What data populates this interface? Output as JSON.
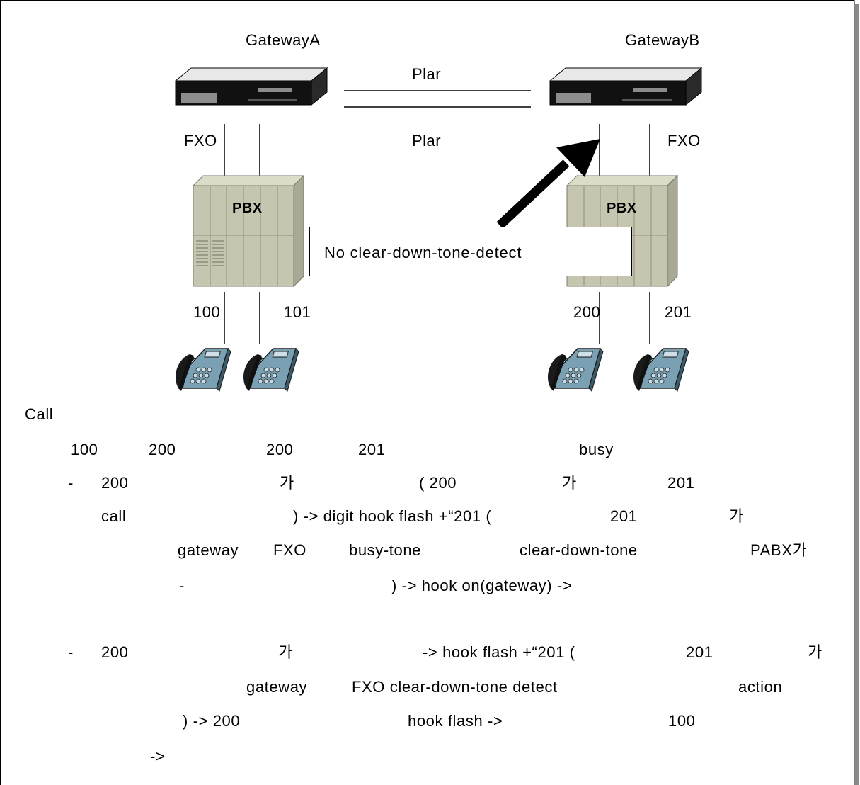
{
  "diagram": {
    "gateway_a": "GatewayA",
    "gateway_b": "GatewayB",
    "link_top": "Plar",
    "link_bottom": "Plar",
    "port_a": "FXO",
    "port_b": "FXO",
    "pbx_a": "PBX",
    "pbx_b": "PBX",
    "callout": "No clear-down-tone-detect",
    "ext_100": "100",
    "ext_101": "101",
    "ext_200": "200",
    "ext_201": "201"
  },
  "text": {
    "heading": "Call",
    "l1": [
      "100",
      "200",
      "200",
      "201",
      "busy"
    ],
    "l2": [
      "-",
      "200",
      "가",
      "( 200",
      "가",
      "201"
    ],
    "l3": [
      "call",
      ") -> digit hook flash +“201 (",
      "201",
      "가"
    ],
    "l4": [
      "gateway",
      "FXO",
      "busy-tone",
      "clear-down-tone",
      "PABX가"
    ],
    "l5": [
      "-",
      ") -> hook on(gateway) ->"
    ],
    "l6": [
      "-",
      "200",
      "가",
      "-> hook flash +“201 (",
      "201",
      "가"
    ],
    "l7": [
      "gateway",
      "FXO clear-down-tone detect",
      "action"
    ],
    "l8": [
      ") -> 200",
      "hook flash ->",
      "100"
    ],
    "l9": [
      "->"
    ]
  }
}
